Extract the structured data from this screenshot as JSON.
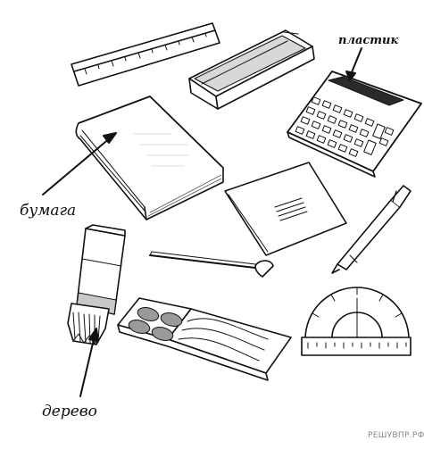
{
  "labels": {
    "plastic": "пластик",
    "paper": "бумага",
    "wood": "дерево"
  },
  "watermark": "РЕШУВПР.РФ"
}
